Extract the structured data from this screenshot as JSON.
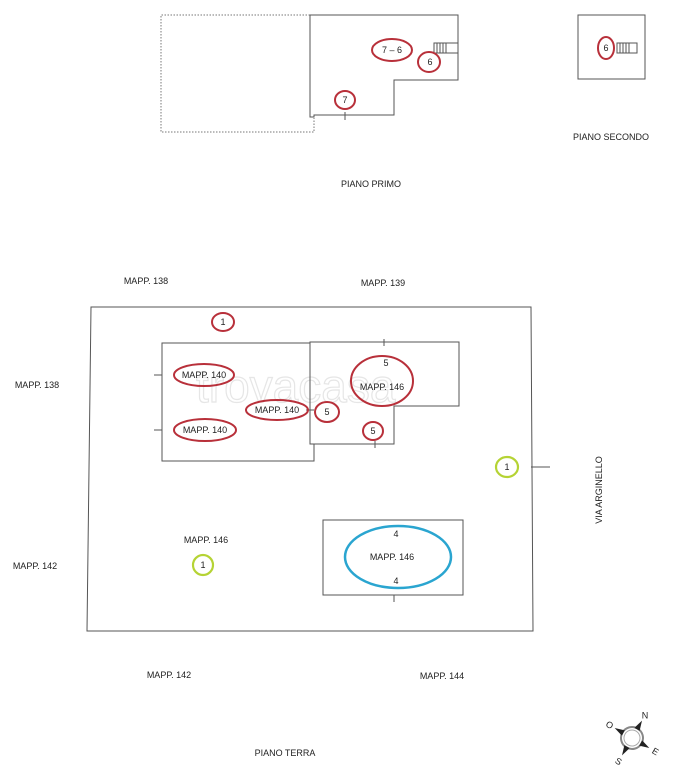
{
  "colors": {
    "marker_red": "#b8303a",
    "marker_lime": "#b5d334",
    "marker_blue": "#2aa5d0",
    "walls": "#555555"
  },
  "watermark": "trovacasa",
  "floors": {
    "primo": {
      "title": "PIANO PRIMO",
      "markers": [
        "7 – 6",
        "6",
        "7"
      ]
    },
    "secondo": {
      "title": "PIANO SECONDO",
      "markers": [
        "6"
      ]
    },
    "terra": {
      "title": "PIANO TERRA"
    }
  },
  "boundaries": {
    "top_left": "MAPP. 138",
    "top_center": "MAPP. 139",
    "left_upper": "MAPP. 138",
    "left_lower": "MAPP. 142",
    "bottom_left": "MAPP. 142",
    "bottom_right": "MAPP. 144",
    "right": "VIA  ARGINELLO"
  },
  "ground_markers": {
    "m1_top": "1",
    "mapp140_a": "MAPP. 140",
    "mapp140_b": "MAPP. 140",
    "mapp140_c": "MAPP. 140",
    "m5_top": "5",
    "mapp146_top": "MAPP. 146",
    "m5_mid": "5",
    "m5_low": "5",
    "m1_right": "1",
    "yard_label": "MAPP. 146",
    "m1_yard": "1",
    "m4_top": "4",
    "mapp146_blue": "MAPP. 146",
    "m4_bottom": "4"
  },
  "compass": {
    "n": "N",
    "e": "E",
    "s": "S",
    "o": "O"
  }
}
